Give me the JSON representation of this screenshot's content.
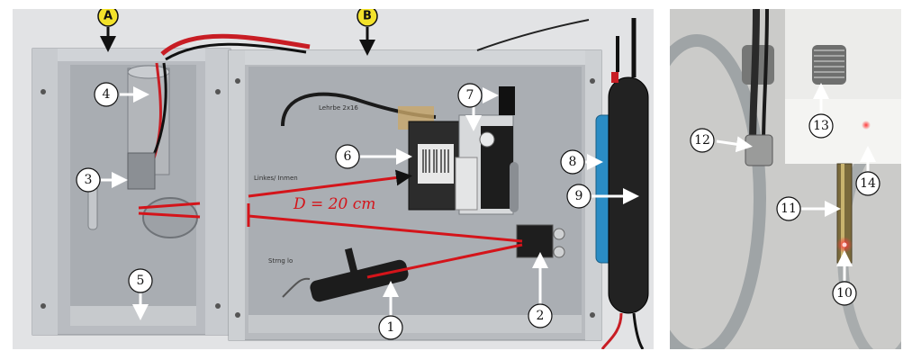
{
  "panel_a": {
    "distance_label": "D = 20 cm",
    "handwriting": [
      "Linkes/ Inmen",
      "Lehrbe 2x16",
      "Strng lo"
    ],
    "callouts": [
      {
        "id": "A",
        "text": "A"
      },
      {
        "id": "B",
        "text": "B"
      },
      {
        "id": "1",
        "text": "1"
      },
      {
        "id": "2",
        "text": "2"
      },
      {
        "id": "3",
        "text": "3"
      },
      {
        "id": "4",
        "text": "4"
      },
      {
        "id": "5",
        "text": "5"
      },
      {
        "id": "6",
        "text": "6"
      },
      {
        "id": "7",
        "text": "7"
      },
      {
        "id": "8",
        "text": "8"
      },
      {
        "id": "9",
        "text": "9"
      }
    ]
  },
  "panel_b": {
    "callouts": [
      {
        "id": "10",
        "text": "10"
      },
      {
        "id": "11",
        "text": "11"
      },
      {
        "id": "12",
        "text": "12"
      },
      {
        "id": "13",
        "text": "13"
      },
      {
        "id": "14",
        "text": "14"
      }
    ]
  },
  "colors": {
    "laser": "#d4141a",
    "callout_yellow": "#f3e22a",
    "device_blue": "#2a8cc4"
  }
}
